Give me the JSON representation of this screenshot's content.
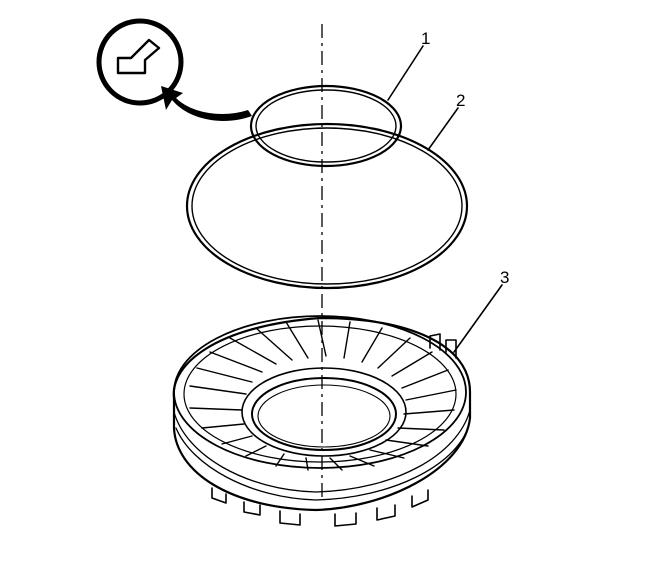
{
  "callouts": [
    {
      "id": "1",
      "label": "1"
    },
    {
      "id": "2",
      "label": "2"
    },
    {
      "id": "3",
      "label": "3"
    }
  ],
  "symbols": {
    "lubricate_icon": "oil-can-icon"
  },
  "colors": {
    "ink": "#000000",
    "background": "#ffffff"
  }
}
